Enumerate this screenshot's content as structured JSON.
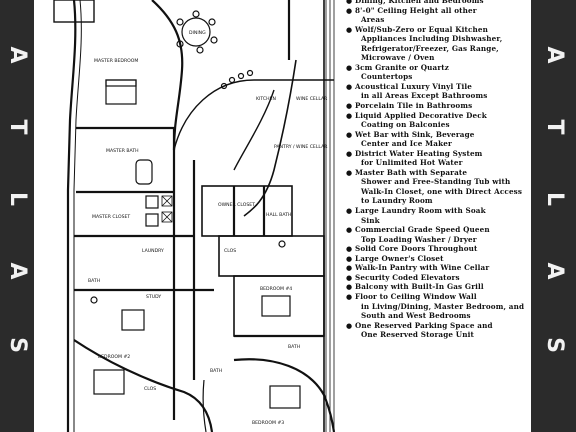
{
  "brand_letters": [
    "A",
    "T",
    "L",
    "A",
    "S"
  ],
  "rooms": {
    "dining": "DINING",
    "master_bedroom": "MASTER BEDROOM",
    "kitchen": "KITCHEN",
    "wine_cellar": "WINE CELLAR",
    "master_bath": "MASTER BATH",
    "pantry": "PANTRY / WINE CELLAR",
    "master_closet": "MASTER CLOSET",
    "owner_closet": "OWNER CLOSET",
    "hall_bath": "HALL BATH",
    "laundry": "LAUNDRY",
    "clos1": "CLOS",
    "bath1": "BATH",
    "study": "STUDY",
    "bedroom4": "BEDROOM #4",
    "bath2": "BATH",
    "bedroom2": "BEDROOM #2",
    "clos2": "CLOS",
    "bedroom3": "BEDROOM #3",
    "bath3": "BATH"
  },
  "features": [
    {
      "l1": "Dining, Kitchen and Bedrooms",
      "l2": ""
    },
    {
      "l1": "8'-0\" Ceiling Height all other",
      "l2": "Areas"
    },
    {
      "l1": "Wolf/Sub-Zero or Equal Kitchen",
      "l2": "Appliances Including Dishwasher, Refrigerator/Freezer, Gas Range, Microwave / Oven"
    },
    {
      "l1": "3cm Granite or Quartz",
      "l2": "Countertops"
    },
    {
      "l1": "Acoustical Luxury Vinyl Tile",
      "l2": "in all Areas Except Bathrooms"
    },
    {
      "l1": "Porcelain Tile in Bathrooms",
      "l2": ""
    },
    {
      "l1": "Liquid Applied Decorative Deck",
      "l2": "Coating on Balconies"
    },
    {
      "l1": "Wet Bar with Sink, Beverage",
      "l2": "Center and Ice Maker"
    },
    {
      "l1": "District Water Heating System",
      "l2": "for Unlimited Hot Water"
    },
    {
      "l1": "Master Bath with Separate",
      "l2": "Shower and Free-Standing Tub with Walk-In Closet, one with Direct Access to Laundry Room"
    },
    {
      "l1": "Large Laundry Room with Soak",
      "l2": "Sink"
    },
    {
      "l1": "Commercial Grade Speed Queen",
      "l2": "Top Loading Washer / Dryer"
    },
    {
      "l1": "Solid Core Doors Throughout",
      "l2": ""
    },
    {
      "l1": "Large Owner's Closet",
      "l2": ""
    },
    {
      "l1": "Walk-In Pantry with Wine Cellar",
      "l2": ""
    },
    {
      "l1": "Security Coded Elevators",
      "l2": ""
    },
    {
      "l1": "Balcony with Built-In Gas Grill",
      "l2": ""
    },
    {
      "l1": "Floor to Ceiling Window Wall",
      "l2": "in Living/Dining, Master Bedroom, and South and West Bedrooms"
    },
    {
      "l1": "One Reserved Parking Space and",
      "l2": "One Reserved Storage Unit"
    }
  ]
}
